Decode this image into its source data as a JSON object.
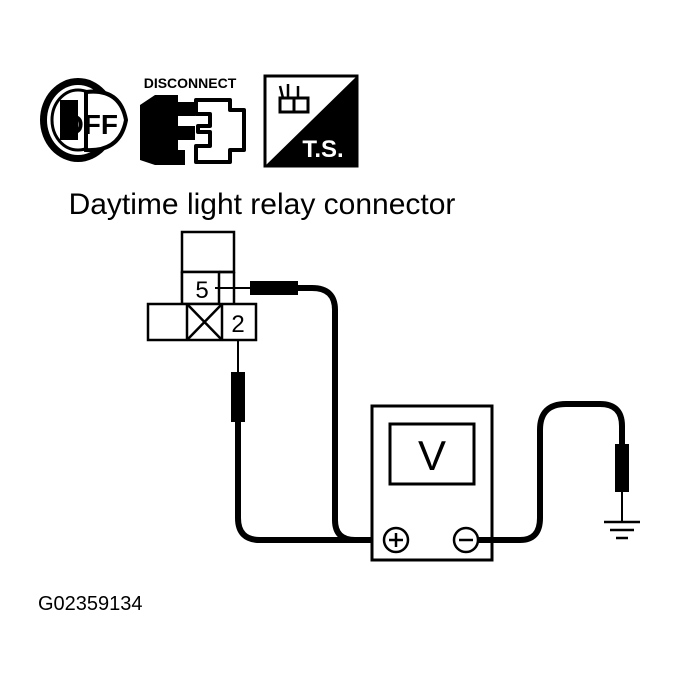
{
  "icons": {
    "ignition": {
      "name": "ignition-key-off-icon",
      "text": "OFF"
    },
    "disconnect": {
      "name": "connector-disconnect-icon",
      "text": "DISCONNECT"
    },
    "test_service": {
      "name": "test-service-icon",
      "text": "T.S."
    }
  },
  "diagram": {
    "title": "Daytime light relay connector",
    "connector": {
      "pin_upper": "5",
      "pin_lower": "2"
    },
    "meter": {
      "display": "V",
      "positive_terminal": "plus-terminal-icon",
      "negative_terminal": "minus-terminal-icon"
    },
    "ground": "ground-symbol-icon"
  },
  "figure_id": "G02359134",
  "colors": {
    "line": "#000000",
    "background": "#ffffff"
  }
}
